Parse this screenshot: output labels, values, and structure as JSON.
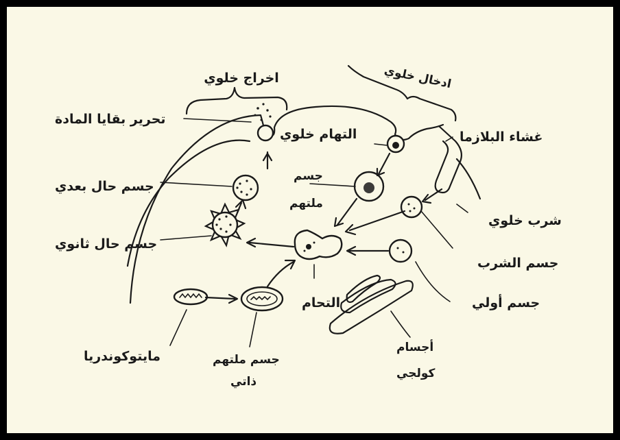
{
  "labels": {
    "exocytosis": "اخراج خلوي",
    "endocytosis": "ادخال خلوي",
    "release_of_remnants": "تحرير بقايا المادة",
    "phagocytosis": "التهام خلوي",
    "plasma_membrane": "غشاء البلازما",
    "phagosome_line1": "جسم",
    "phagosome_line2": "ملتهم",
    "residual_body": "جسم حال بعدي",
    "secondary_lysosome": "جسم حال ثانوي",
    "pinocytosis": "شرب خلوي",
    "pinosome": "جسم الشرب",
    "fusion": "التحام",
    "primary_lysosome": "جسم أولي",
    "mitochondria": "مايتوكوندريا",
    "autophagosome_line1": "جسم ملتهم",
    "autophagosome_line2": "ذاتي",
    "golgi_line1": "أجسام",
    "golgi_line2": "كولجي"
  }
}
